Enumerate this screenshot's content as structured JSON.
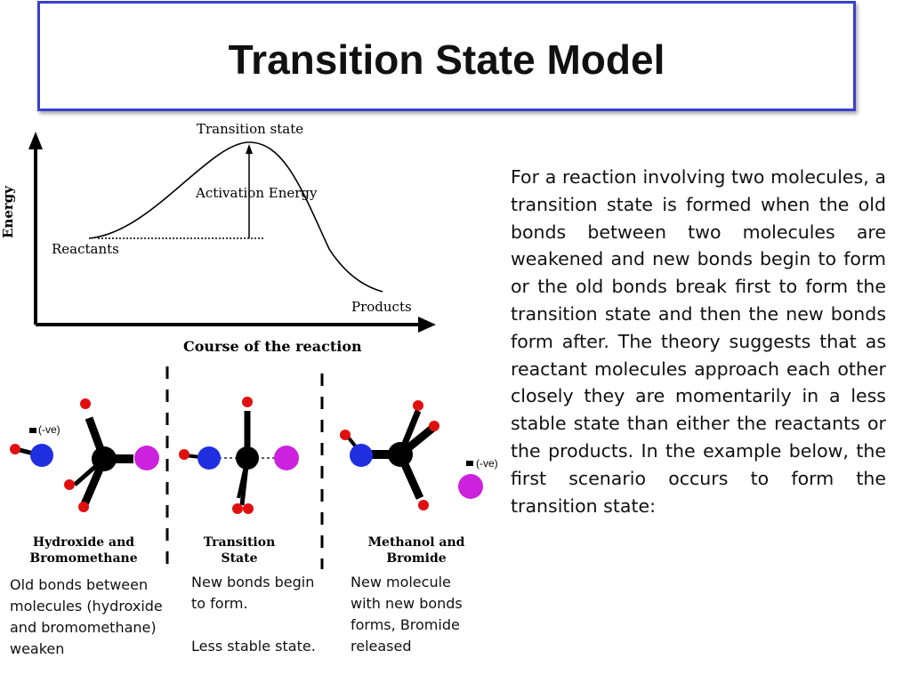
{
  "title": "Transition State Model",
  "energy_diagram": {
    "y_axis_label": "Energy",
    "x_axis_label": "Course of the reaction",
    "peak_label": "Transition state",
    "activation_label": "Activation Energy",
    "reactants_label": "Reactants",
    "products_label": "Products"
  },
  "molecules": {
    "charge_label": "(-ve)",
    "panel1_label_line1": "Hydroxide and",
    "panel1_label_line2": "Bromomethane",
    "panel2_label_line1": "Transition",
    "panel2_label_line2": "State",
    "panel3_label_line1": "Methanol and",
    "panel3_label_line2": "Bromide",
    "colors": {
      "carbon": "#000000",
      "oxygen": "#1f2fe0",
      "bromine": "#cc22dd",
      "hydrogen": "#e01010"
    }
  },
  "paragraph": "For a reaction involving two molecules, a transition state is formed when the old bonds between two molecules are weakened and new bonds begin to form or the old bonds break first to form the transition state and then the new bonds form after. The theory suggests that as reactant molecules approach each other closely they are momentarily in a less stable state than either the reactants or the products. In the example below, the first scenario occurs to form the transition state:",
  "captions": {
    "col1": "Old bonds between molecules (hydroxide and bromomethane) weaken",
    "col2_a": "New bonds begin to form.",
    "col2_b": "Less stable state.",
    "col3": "New molecule with new bonds forms, Bromide released"
  }
}
